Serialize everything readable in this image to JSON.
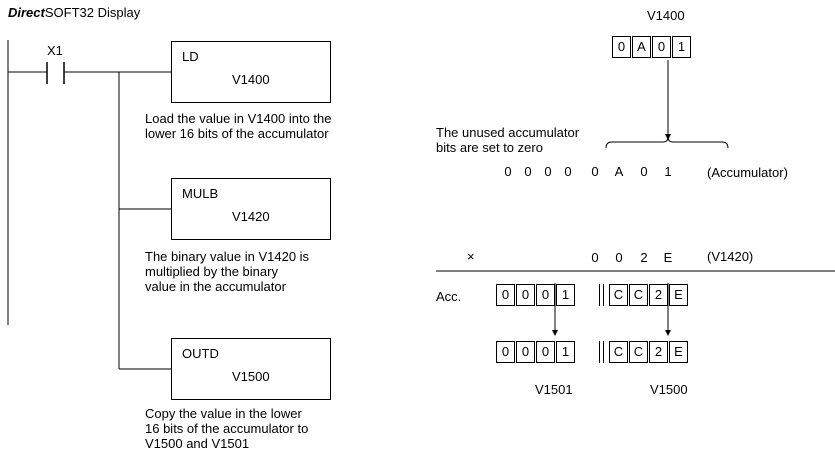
{
  "header": {
    "brand_italic": "Direct",
    "brand_rest": "SOFT32 Display"
  },
  "ladder": {
    "contact_label": "X1",
    "instructions": [
      {
        "name": "LD",
        "operand": "V1400",
        "description": [
          "Load the value in V1400 into the",
          "lower 16 bits of the accumulator"
        ]
      },
      {
        "name": "MULB",
        "operand": "V1420",
        "description": [
          "The binary value in V1420 is",
          "multiplied by the binary",
          "value in the accumulator"
        ]
      },
      {
        "name": "OUTD",
        "operand": "V1500",
        "description": [
          "Copy the value in the lower",
          "16 bits of the accumulator to",
          "V1500 and V1501"
        ]
      }
    ]
  },
  "operation": {
    "source_label": "V1400",
    "source_cells": [
      "0",
      "A",
      "0",
      "1"
    ],
    "unused_note": [
      "The unused accumulator",
      "bits are set to zero"
    ],
    "acc_digits": [
      "0",
      "0",
      "0",
      "0",
      "0",
      "A",
      "0",
      "1"
    ],
    "acc_label": "(Accumulator)",
    "times_symbol": "×",
    "multiplier_digits": [
      "0",
      "0",
      "2",
      "E"
    ],
    "multiplier_label": "(V1420)",
    "result_label": "Acc.",
    "result_high": [
      "0",
      "0",
      "0",
      "1"
    ],
    "result_low": [
      "C",
      "C",
      "2",
      "E"
    ],
    "out_high": [
      "0",
      "0",
      "0",
      "1"
    ],
    "out_low": [
      "C",
      "C",
      "2",
      "E"
    ],
    "out_high_label": "V1501",
    "out_low_label": "V1500"
  }
}
